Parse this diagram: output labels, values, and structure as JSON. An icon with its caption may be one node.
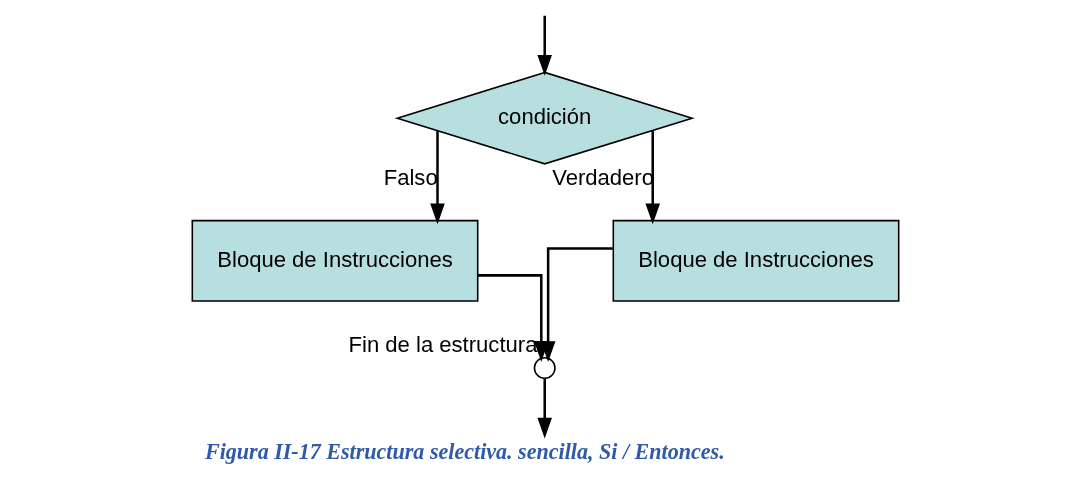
{
  "diagram": {
    "caption": "Figura II-17 Estructura selectiva. sencilla, Si / Entonces.",
    "nodes": [
      {
        "text": [
          "condición"
        ]
      },
      {
        "text": [
          "Bloque de Instrucciones"
        ]
      },
      {
        "text": [
          "Bloque de Instrucciones"
        ]
      },
      {
        "text": [],
        "shape": "circle",
        "beside": [
          "Fin de la estructura"
        ]
      }
    ],
    "edges": [
      {
        "from": null,
        "to": 0,
        "arrow": "to"
      },
      {
        "from": 0,
        "to": 1,
        "arrow": "to",
        "label": "Falso"
      },
      {
        "from": 0,
        "to": 2,
        "arrow": "to",
        "label": "Verdadero"
      },
      {
        "from": 1,
        "to": 3,
        "arrow": "to"
      },
      {
        "from": 2,
        "to": 3,
        "arrow": "to"
      },
      {
        "from": 3,
        "to": null,
        "arrow": "to"
      }
    ]
  }
}
